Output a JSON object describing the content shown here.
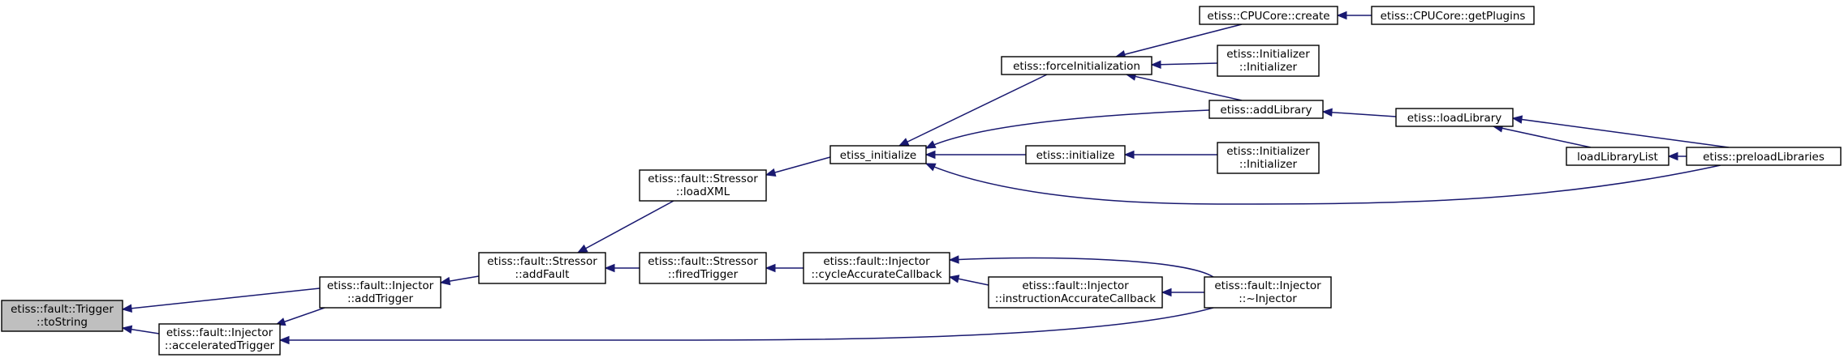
{
  "nodes": {
    "trigger_tostring": [
      "etiss::fault::Trigger",
      "::toString"
    ],
    "injector_addtrigger": [
      "etiss::fault::Injector",
      "::addTrigger"
    ],
    "injector_acceleratedtrigger": [
      "etiss::fault::Injector",
      "::acceleratedTrigger"
    ],
    "stressor_addfault": [
      "etiss::fault::Stressor",
      "::addFault"
    ],
    "stressor_loadxml": [
      "etiss::fault::Stressor",
      "::loadXML"
    ],
    "stressor_firedtrigger": [
      "etiss::fault::Stressor",
      "::firedTrigger"
    ],
    "etiss_initialize": [
      "etiss_initialize"
    ],
    "injector_cycleaccuratecallback": [
      "etiss::fault::Injector",
      "::cycleAccurateCallback"
    ],
    "etiss_forceinitialization": [
      "etiss::forceInitialization"
    ],
    "etiss_initialize_ns": [
      "etiss::initialize"
    ],
    "injector_instructionaccuratecallback": [
      "etiss::fault::Injector",
      "::instructionAccurateCallback"
    ],
    "cpucore_create": [
      "etiss::CPUCore::create"
    ],
    "initializer_initializer_1": [
      "etiss::Initializer",
      "::Initializer"
    ],
    "etiss_addlibrary": [
      "etiss::addLibrary"
    ],
    "initializer_initializer_2": [
      "etiss::Initializer",
      "::Initializer"
    ],
    "injector_destructor": [
      "etiss::fault::Injector",
      "::~Injector"
    ],
    "cpucore_getplugins": [
      "etiss::CPUCore::getPlugins"
    ],
    "etiss_loadlibrary": [
      "etiss::loadLibrary"
    ],
    "loadlibrarylist": [
      "loadLibraryList"
    ],
    "etiss_preloadlibraries": [
      "etiss::preloadLibraries"
    ]
  }
}
